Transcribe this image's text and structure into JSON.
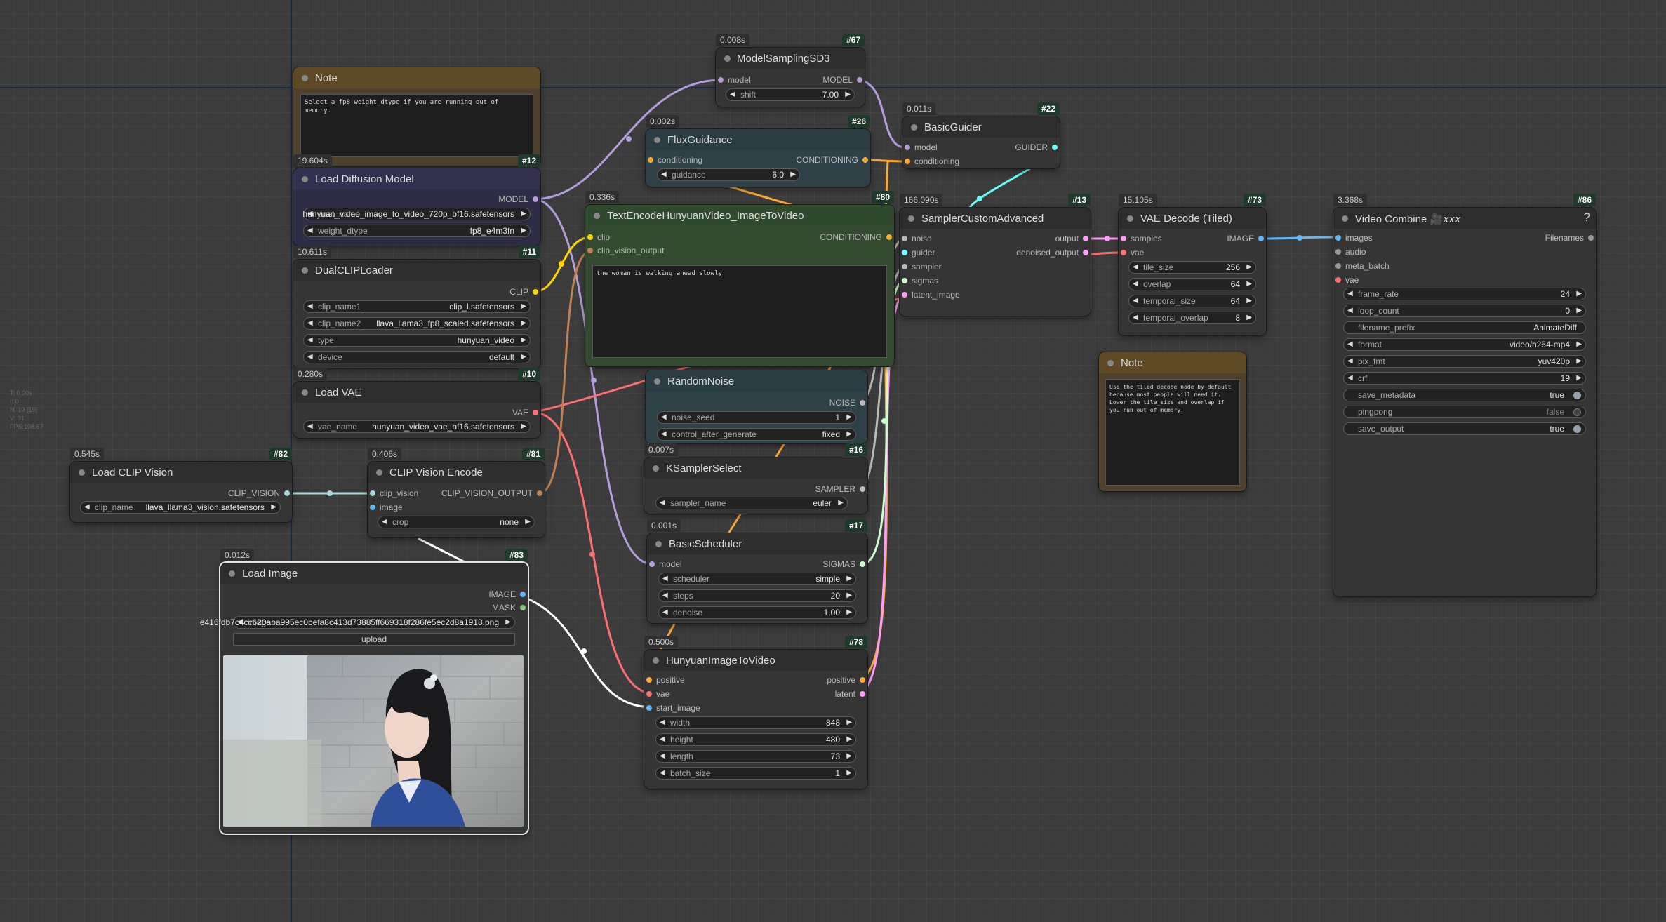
{
  "stats": {
    "t": "T: 0.00s",
    "i": "I: 0",
    "n": "N: 19 [19]",
    "v": "V: 31",
    "fps": "FPS:108.67"
  },
  "colors": {
    "model": "#b39ddb",
    "clip": "#ffd500",
    "conditioning": "#ffa931",
    "vae": "#ff6e6e",
    "image": "#64b5f6",
    "latent": "#ff9cf9",
    "sigmas": "#cdffcd",
    "clip_vision": "#a8dadc",
    "guider": "#66ffff"
  },
  "nodes": {
    "note1": {
      "title": "Note",
      "text": "Select a fp8 weight_dtype if you are running out of  memory."
    },
    "diffusion": {
      "timing": "19.604s",
      "id": "#12",
      "title": "Load Diffusion Model",
      "out_model": "MODEL",
      "unet_name_label": "unet_name",
      "unet_name": "hunyuan_video_image_to_video_720p_bf16.safetensors",
      "weight_dtype_label": "weight_dtype",
      "weight_dtype": "fp8_e4m3fn"
    },
    "dualclip": {
      "timing": "10.611s",
      "id": "#11",
      "title": "DualCLIPLoader",
      "out_clip": "CLIP",
      "clip_name1_label": "clip_name1",
      "clip_name1": "clip_l.safetensors",
      "clip_name2_label": "clip_name2",
      "clip_name2": "llava_llama3_fp8_scaled.safetensors",
      "type_label": "type",
      "type": "hunyuan_video",
      "device_label": "device",
      "device": "default"
    },
    "loadvae": {
      "timing": "0.280s",
      "id": "#10",
      "title": "Load VAE",
      "out_vae": "VAE",
      "vae_name_label": "vae_name",
      "vae_name": "hunyuan_video_vae_bf16.safetensors"
    },
    "clipvision": {
      "timing": "0.545s",
      "id": "#82",
      "title": "Load CLIP Vision",
      "out": "CLIP_VISION",
      "clip_name_label": "clip_name",
      "clip_name": "llava_llama3_vision.safetensors"
    },
    "cvencode": {
      "timing": "0.406s",
      "id": "#81",
      "title": "CLIP Vision Encode",
      "in_clip_vision": "clip_vision",
      "in_image": "image",
      "out": "CLIP_VISION_OUTPUT",
      "crop_label": "crop",
      "crop": "none"
    },
    "loadimage": {
      "timing": "0.012s",
      "id": "#83",
      "title": "Load Image",
      "out_image": "IMAGE",
      "out_mask": "MASK",
      "image_label": "image",
      "image": "e416fdb7c4cc620aba995ec0befa8c413d73885ff669318f286fe5ec2d8a1918.png",
      "upload": "upload"
    },
    "msd3": {
      "timing": "0.008s",
      "id": "#67",
      "title": "ModelSamplingSD3",
      "in_model": "model",
      "out_model": "MODEL",
      "shift_label": "shift",
      "shift": "7.00"
    },
    "flux": {
      "timing": "0.002s",
      "id": "#26",
      "title": "FluxGuidance",
      "in_conditioning": "conditioning",
      "out": "CONDITIONING",
      "guidance_label": "guidance",
      "guidance": "6.0"
    },
    "textenc": {
      "timing": "0.336s",
      "id": "#80",
      "title": "TextEncodeHunyuanVideo_ImageToVideo",
      "in_clip": "clip",
      "in_cvo": "clip_vision_output",
      "out": "CONDITIONING",
      "prompt": "the woman is walking ahead slowly"
    },
    "noise": {
      "timing": "",
      "id": "",
      "title": "RandomNoise",
      "out": "NOISE",
      "seed_label": "noise_seed",
      "seed": "1",
      "cag_label": "control_after_generate",
      "cag": "fixed"
    },
    "ksel": {
      "timing": "0.007s",
      "id": "#16",
      "title": "KSamplerSelect",
      "out": "SAMPLER",
      "sampler_label": "sampler_name",
      "sampler": "euler"
    },
    "bsched": {
      "timing": "0.001s",
      "id": "#17",
      "title": "BasicScheduler",
      "in_model": "model",
      "out": "SIGMAS",
      "scheduler_label": "scheduler",
      "scheduler": "simple",
      "steps_label": "steps",
      "steps": "20",
      "denoise_label": "denoise",
      "denoise": "1.00"
    },
    "hi2v": {
      "timing": "0.500s",
      "id": "#78",
      "title": "HunyuanImageToVideo",
      "in_positive": "positive",
      "in_vae": "vae",
      "in_start": "start_image",
      "out_positive": "positive",
      "out_latent": "latent",
      "width_label": "width",
      "width": "848",
      "height_label": "height",
      "height": "480",
      "length_label": "length",
      "length": "73",
      "batch_label": "batch_size",
      "batch": "1"
    },
    "guider": {
      "timing": "0.011s",
      "id": "#22",
      "title": "BasicGuider",
      "in_model": "model",
      "in_conditioning": "conditioning",
      "out": "GUIDER"
    },
    "sampler": {
      "timing": "166.090s",
      "id": "#13",
      "title": "SamplerCustomAdvanced",
      "in_noise": "noise",
      "in_guider": "guider",
      "in_sampler": "sampler",
      "in_sigmas": "sigmas",
      "in_latent": "latent_image",
      "out_output": "output",
      "out_denoised": "denoised_output"
    },
    "vaedec": {
      "timing": "15.105s",
      "id": "#73",
      "title": "VAE Decode (Tiled)",
      "in_samples": "samples",
      "in_vae": "vae",
      "out": "IMAGE",
      "tile_label": "tile_size",
      "tile": "256",
      "overlap_label": "overlap",
      "overlap": "64",
      "tsize_label": "temporal_size",
      "tsize": "64",
      "toverlap_label": "temporal_overlap",
      "toverlap": "8"
    },
    "note2": {
      "title": "Note",
      "text": "Use the tiled decode node by default\nbecause most people will need it.\nLower the tile_size and overlap if\nyou run out of memory."
    },
    "vcombine": {
      "timing": "3.368s",
      "id": "#86",
      "title": "Video Combine 🎥𝑥𝑥𝑥",
      "help": "?",
      "in_images": "images",
      "in_audio": "audio",
      "in_meta": "meta_batch",
      "in_vae": "vae",
      "out": "Filenames",
      "frame_rate_label": "frame_rate",
      "frame_rate": "24",
      "loop_label": "loop_count",
      "loop": "0",
      "prefix_label": "filename_prefix",
      "prefix": "AnimateDiff",
      "format_label": "format",
      "format": "video/h264-mp4",
      "pixfmt_label": "pix_fmt",
      "pixfmt": "yuv420p",
      "crf_label": "crf",
      "crf": "19",
      "savemeta_label": "save_metadata",
      "savemeta": "true",
      "pingpong_label": "pingpong",
      "pingpong": "false",
      "saveout_label": "save_output",
      "saveout": "true"
    }
  }
}
